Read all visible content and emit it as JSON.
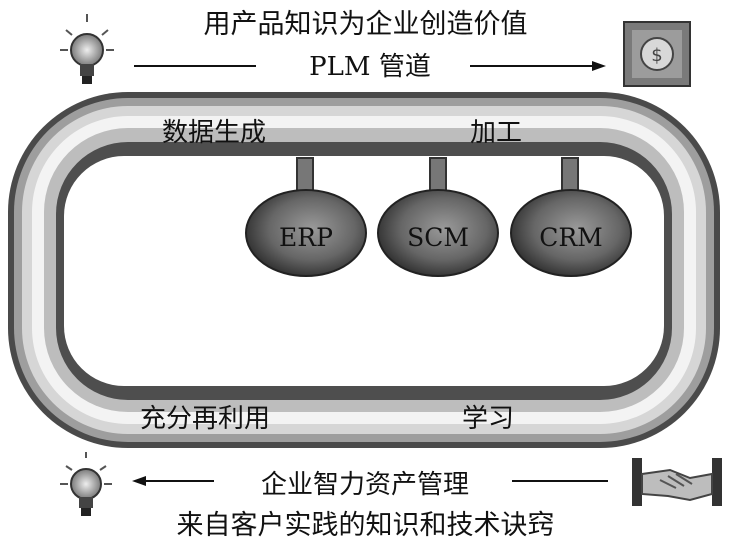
{
  "title_top": "用产品知识为企业创造价值",
  "pipeline_label": "PLM 管道",
  "stages": {
    "data_generation": "数据生成",
    "processing": "加工",
    "reuse": "充分再利用",
    "learning": "学习"
  },
  "systems": [
    "ERP",
    "SCM",
    "CRM"
  ],
  "ip_management_label": "企业智力资产管理",
  "title_bottom": "来自客户实践的知识和技术诀窍",
  "icons": {
    "top_left": "lightbulb-icon",
    "top_right": "money-icon",
    "bottom_left": "lightbulb-icon",
    "bottom_right": "handshake-icon"
  }
}
